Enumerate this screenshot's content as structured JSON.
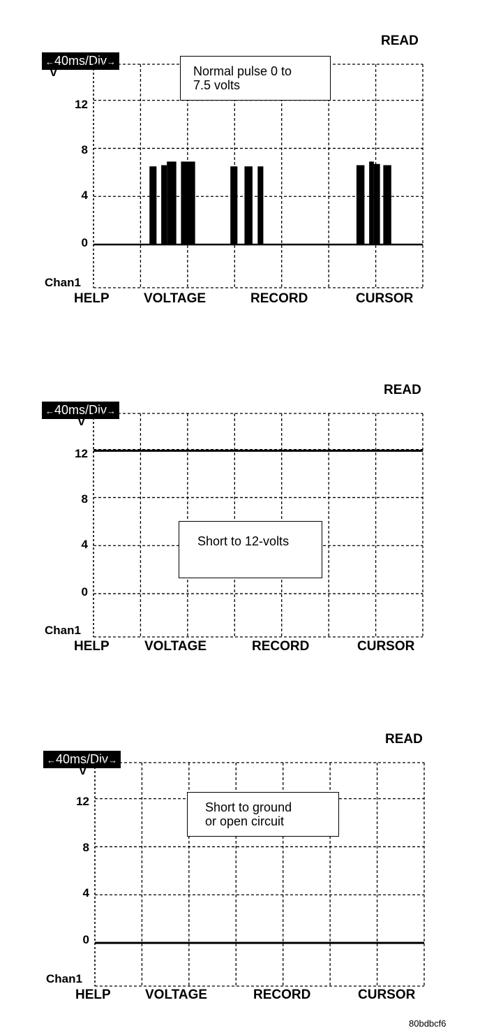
{
  "chart_data": [
    {
      "type": "line",
      "timebase": "40ms/Div",
      "status": "READ",
      "channel": "Chan1",
      "ylabel": "v",
      "yticks": [
        "12",
        "8",
        "4",
        "0"
      ],
      "ylim": [
        -3.6,
        15
      ],
      "x_divisions": 7,
      "grid": true,
      "annotation": [
        "Normal pulse 0 to",
        "7.5 volts"
      ],
      "series": [
        {
          "description": "pulse train",
          "pulses": [
            {
              "start_div": 1.19,
              "end_div": 1.34,
              "value": 6.5
            },
            {
              "start_div": 1.44,
              "end_div": 1.56,
              "value": 6.6
            },
            {
              "start_div": 1.56,
              "end_div": 1.76,
              "value": 6.9
            },
            {
              "start_div": 1.86,
              "end_div": 2.16,
              "value": 6.9
            },
            {
              "start_div": 2.91,
              "end_div": 3.06,
              "value": 6.5
            },
            {
              "start_div": 3.21,
              "end_div": 3.38,
              "value": 6.5
            },
            {
              "start_div": 3.49,
              "end_div": 3.61,
              "value": 6.5
            },
            {
              "start_div": 5.59,
              "end_div": 5.76,
              "value": 6.6
            },
            {
              "start_div": 5.86,
              "end_div": 5.96,
              "value": 6.9
            },
            {
              "start_div": 5.96,
              "end_div": 6.09,
              "value": 6.7
            },
            {
              "start_div": 6.16,
              "end_div": 6.33,
              "value": 6.6
            }
          ]
        }
      ],
      "function_keys": [
        "HELP",
        "VOLTAGE",
        "RECORD",
        "CURSOR"
      ]
    },
    {
      "type": "line",
      "timebase": "40ms/Div",
      "status": "READ",
      "channel": "Chan1",
      "ylabel": "v",
      "yticks": [
        "12",
        "8",
        "4",
        "0"
      ],
      "ylim": [
        -3.6,
        15
      ],
      "x_divisions": 7,
      "grid": true,
      "annotation": [
        "Short to 12-volts"
      ],
      "series": [
        {
          "description": "constant",
          "x": [
            0,
            7
          ],
          "y": [
            11.9,
            11.9
          ]
        }
      ],
      "function_keys": [
        "HELP",
        "VOLTAGE",
        "RECORD",
        "CURSOR"
      ]
    },
    {
      "type": "line",
      "timebase": "40ms/Div",
      "status": "READ",
      "channel": "Chan1",
      "ylabel": "v",
      "yticks": [
        "12",
        "8",
        "4",
        "0"
      ],
      "ylim": [
        -3.6,
        15
      ],
      "x_divisions": 7,
      "grid": true,
      "annotation": [
        "Short to ground",
        "or open circuit"
      ],
      "series": [
        {
          "description": "constant",
          "x": [
            0,
            7
          ],
          "y": [
            0,
            0
          ]
        }
      ],
      "function_keys": [
        "HELP",
        "VOLTAGE",
        "RECORD",
        "CURSOR"
      ]
    }
  ],
  "figure_code": "80bdbcf6"
}
